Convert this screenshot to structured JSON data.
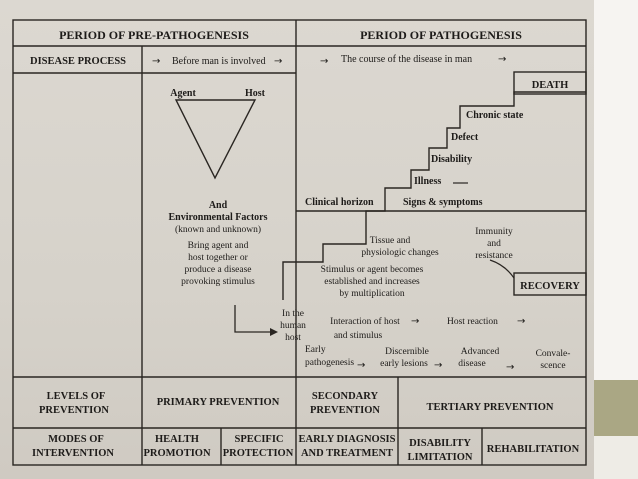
{
  "headers": {
    "pre_pathogenesis": "PERIOD OF PRE-PATHOGENESIS",
    "pathogenesis": "PERIOD OF PATHOGENESIS",
    "disease_process": "DISEASE PROCESS",
    "before_man": "Before man is involved",
    "course": "The course of the disease in man"
  },
  "arrow_glyph": "→",
  "triangle": {
    "agent": "Agent",
    "host": "Host",
    "and": "And",
    "env_factors": "Environmental Factors",
    "known": "(known and unknown)",
    "bring": [
      "Bring agent and",
      "host together or",
      "produce a disease",
      "provoking stimulus"
    ]
  },
  "stages": {
    "death": "DEATH",
    "chronic": "Chronic state",
    "defect": "Defect",
    "disability": "Disability",
    "illness": "Illness",
    "clinical_horizon": "Clinical horizon",
    "signs": "Signs & symptoms",
    "tissue": [
      "Tissue and",
      "physiologic changes"
    ],
    "immunity": [
      "Immunity",
      "and",
      "resistance"
    ],
    "stimulus": [
      "Stimulus or agent becomes",
      "established and increases",
      "by multiplication"
    ],
    "recovery": "RECOVERY",
    "in_human_host": [
      "In the",
      "human",
      "host"
    ],
    "interaction": [
      "Interaction of host",
      "and stimulus"
    ],
    "host_reaction": "Host reaction",
    "early_path": [
      "Early",
      "pathogenesis"
    ],
    "discernible": [
      "Discernible",
      "early lesions"
    ],
    "advanced": [
      "Advanced",
      "disease"
    ],
    "convalescence": [
      "Convale-",
      "scence"
    ]
  },
  "prevention": {
    "levels": [
      "LEVELS OF",
      "PREVENTION"
    ],
    "primary": "PRIMARY PREVENTION",
    "secondary": [
      "SECONDARY",
      "PREVENTION"
    ],
    "tertiary": "TERTIARY PREVENTION"
  },
  "modes": {
    "label": [
      "MODES OF",
      "INTERVENTION"
    ],
    "health": [
      "HEALTH",
      "PROMOTION"
    ],
    "specific": [
      "SPECIFIC",
      "PROTECTION"
    ],
    "early_diag": [
      "EARLY DIAGNOSIS",
      "AND TREATMENT"
    ],
    "disability": [
      "DISABILITY",
      "LIMITATION"
    ],
    "rehab": "REHABILITATION"
  }
}
